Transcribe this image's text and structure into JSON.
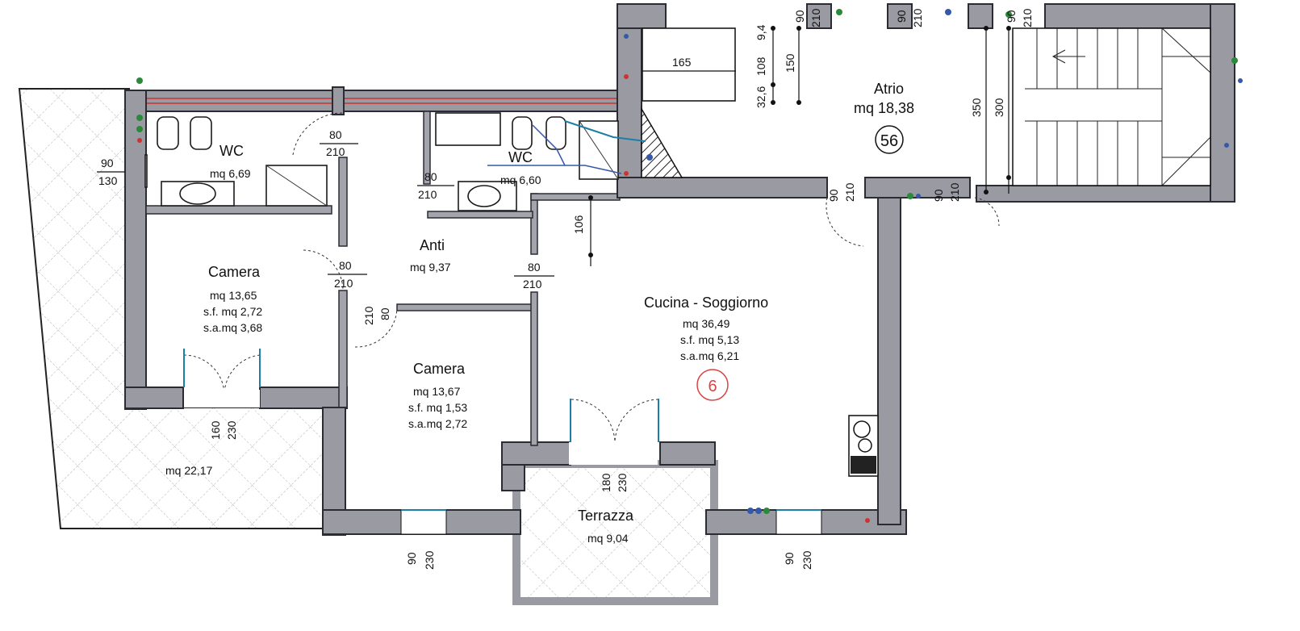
{
  "rooms": {
    "atrio": {
      "name": "Atrio",
      "area": "mq 18,38",
      "number": "56"
    },
    "wc1": {
      "name": "WC",
      "area": "mq 6,69"
    },
    "wc2": {
      "name": "WC",
      "area": "mq 6,60"
    },
    "anti": {
      "name": "Anti",
      "area": "mq 9,37"
    },
    "camera1": {
      "name": "Camera",
      "area": "mq 13,65",
      "sf": "s.f. mq 2,72",
      "sa": "s.a.mq 3,68"
    },
    "camera2": {
      "name": "Camera",
      "area": "mq 13,67",
      "sf": "s.f. mq 1,53",
      "sa": "s.a.mq 2,72"
    },
    "cucina": {
      "name": "Cucina - Soggiorno",
      "area": "mq 36,49",
      "sf": "s.f. mq 5,13",
      "sa": "s.a.mq 6,21",
      "number": "6"
    },
    "terrazza": {
      "name": "Terrazza",
      "area": "mq 9,04"
    },
    "balcone": {
      "area": "mq 22,17"
    }
  },
  "dims": {
    "d165": "165",
    "d32_6": "32,6",
    "d108": "108",
    "d9_4": "9,4",
    "d150": "150",
    "d350": "350",
    "d300": "300",
    "d106": "106",
    "top1_w": "90",
    "top1_h": "210",
    "top2_w": "90",
    "top2_h": "210",
    "top3_w": "90",
    "top3_h": "210",
    "atrio_door_w": "90",
    "atrio_door_h": "210",
    "stair_door_w": "90",
    "stair_door_h": "210",
    "wc1_door_w": "80",
    "wc1_door_h": "210",
    "wc2_door_w": "80",
    "wc2_door_h": "210",
    "cam1_door_w": "80",
    "cam1_door_h": "210",
    "cam2_door_w": "80",
    "cam2_door_h": "210",
    "cuc_door_w": "80",
    "cuc_door_h": "210",
    "win_w": "90",
    "win_h": "130",
    "bal_door_w": "160",
    "bal_door_h": "230",
    "ter_door_w": "180",
    "ter_door_h": "230",
    "cam2_win_w": "90",
    "cam2_win_h": "230",
    "cuc_win_w": "90",
    "cuc_win_h": "230"
  },
  "colors": {
    "wall": "#9a9aa3",
    "number_circle": "#d94545",
    "pipe_red": "#cc3333",
    "pipe_blue": "#3658a8"
  }
}
